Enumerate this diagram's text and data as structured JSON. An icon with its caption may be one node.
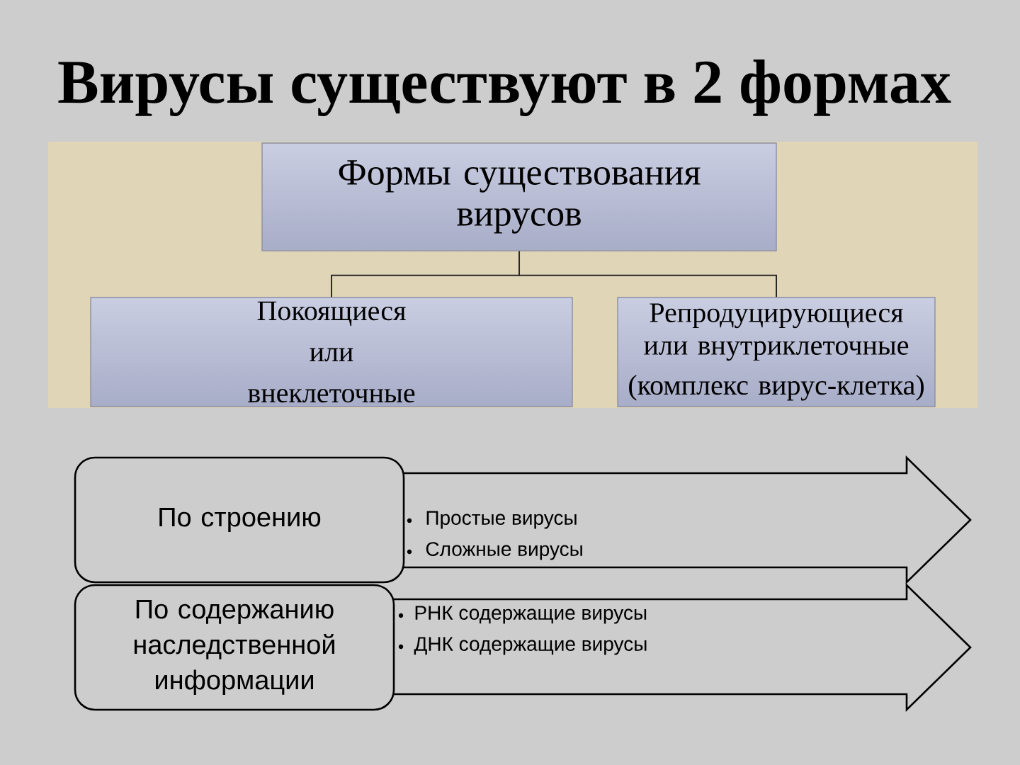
{
  "diagram": {
    "title": "Вирусы существуют в 2 формах",
    "nodes": [
      {
        "text": [
          "Формы существования вирусов"
        ]
      },
      {
        "text": [
          "Покоящиеся или внеклеточные"
        ]
      },
      {
        "text": [
          "Репродуцирующиеся или внутриклеточные",
          "(комплекс вирус-клетка)"
        ]
      },
      {
        "text": [
          "По строению"
        ]
      },
      {
        "text": [
          "Простые вирусы",
          "Сложные вирусы"
        ]
      },
      {
        "text": [
          "По содержанию наследственной информации"
        ]
      },
      {
        "text": [
          "РНК содержащие вирусы",
          "ДНК содержащие вирусы"
        ]
      }
    ],
    "edges": [
      {
        "from": 0,
        "to": 1,
        "arrow": "none"
      },
      {
        "from": 0,
        "to": 2,
        "arrow": "none"
      }
    ]
  }
}
